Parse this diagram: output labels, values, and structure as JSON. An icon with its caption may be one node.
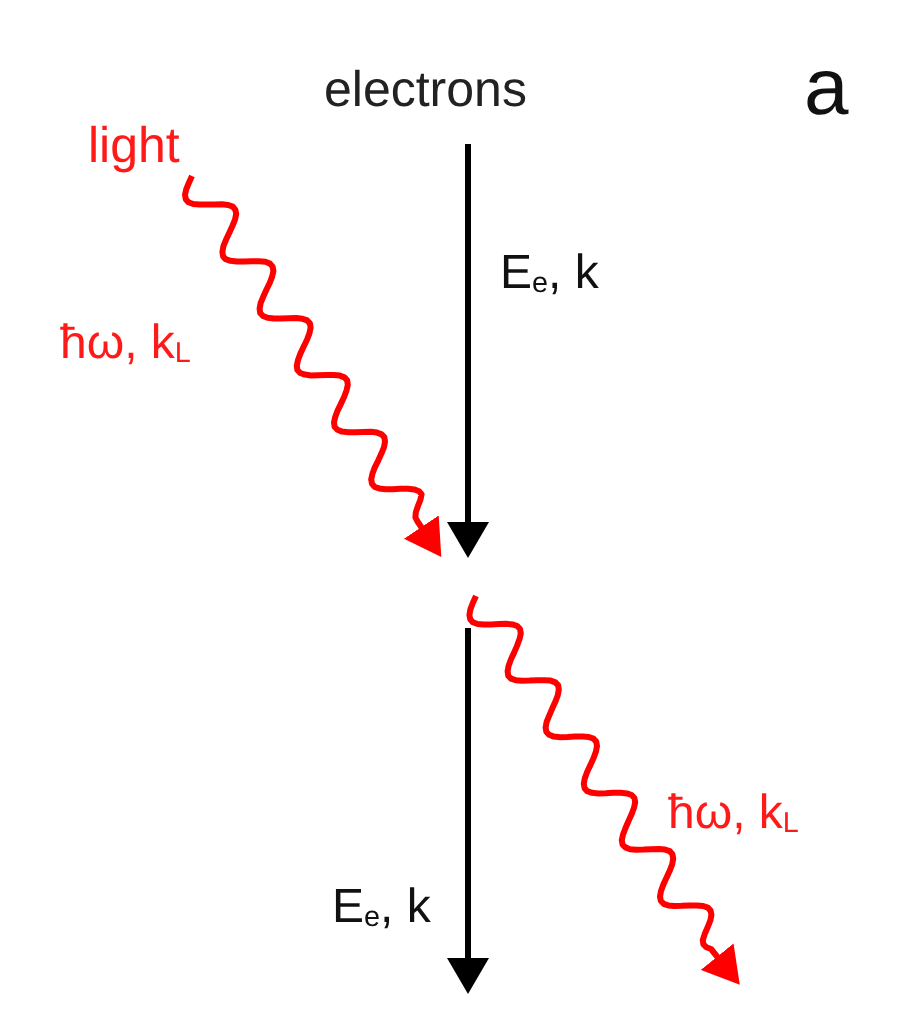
{
  "diagram": {
    "nodes": [
      {
        "text": [
          "light"
        ]
      },
      {
        "text": [
          "electrons"
        ]
      }
    ],
    "edges": [
      {
        "from": 0,
        "to": null,
        "arrow": "to",
        "color": "#ff0000"
      },
      {
        "from": 1,
        "to": null,
        "arrow": "to",
        "color": "#000000"
      }
    ],
    "labels": [
      "a",
      "E$_{e}$, k",
      "ħω, k$_{L}$",
      "ħω, k$_{L}$",
      "E$_{e}$, k"
    ]
  }
}
